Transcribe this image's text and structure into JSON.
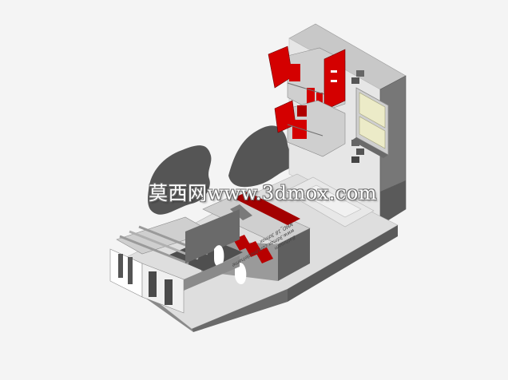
{
  "watermark": {
    "text": "莫西网www.3dmox.com"
  },
  "floor_label": {
    "line1": "Bathroom",
    "line2": "www.3dmox.com/modelname",
    "line3": "NMD_18 3dmox"
  },
  "colors": {
    "background": "#f4f4f4",
    "wall_light": "#e9e9e9",
    "wall_mid": "#b9b9b9",
    "wall_dark": "#5a5a5a",
    "floor": "#dcdcdc",
    "accent_red": "#d40000",
    "accent_dark_red": "#7a0000",
    "window_glass": "#ecebc8",
    "blob": "#555555"
  }
}
